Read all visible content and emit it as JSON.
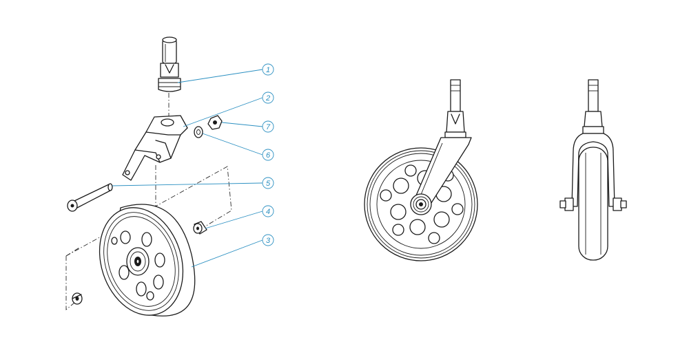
{
  "callouts": [
    {
      "number": "1",
      "part": "stem"
    },
    {
      "number": "2",
      "part": "fork-bracket"
    },
    {
      "number": "3",
      "part": "wheel"
    },
    {
      "number": "4",
      "part": "spacer"
    },
    {
      "number": "5",
      "part": "axle-bolt"
    },
    {
      "number": "6",
      "part": "washer"
    },
    {
      "number": "7",
      "part": "nut"
    }
  ],
  "colors": {
    "line": "#1a1a1a",
    "callout": "#2a8fc1",
    "background": "#ffffff"
  }
}
